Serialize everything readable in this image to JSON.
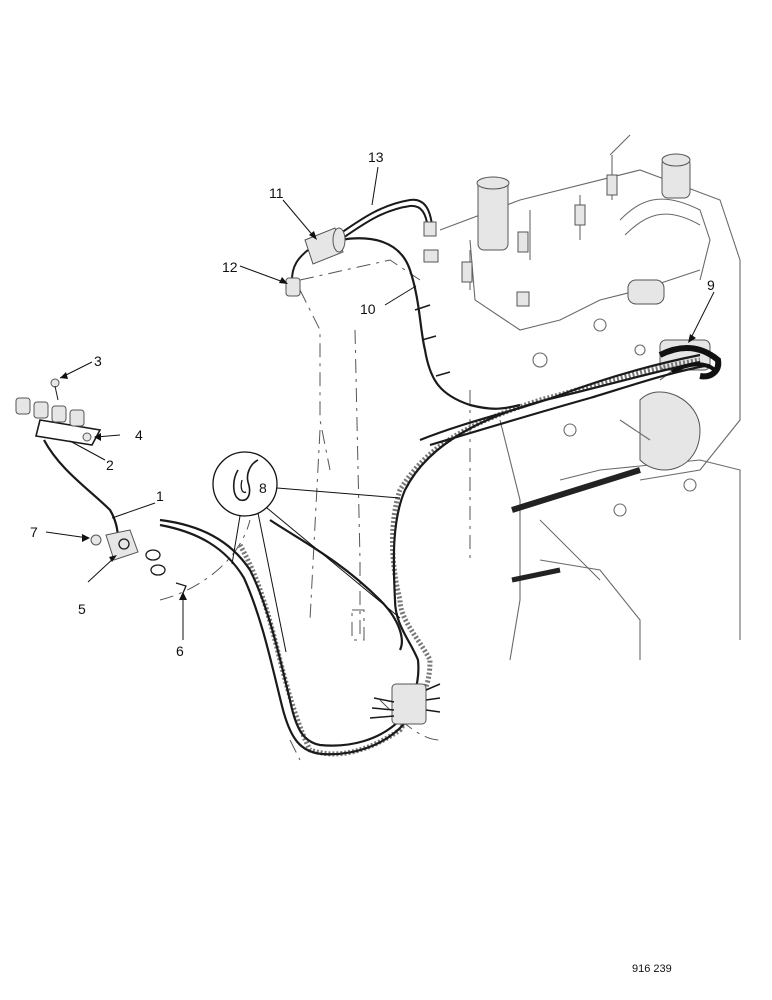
{
  "diagram": {
    "callouts": [
      {
        "id": "1",
        "label": "1"
      },
      {
        "id": "2",
        "label": "2"
      },
      {
        "id": "3",
        "label": "3"
      },
      {
        "id": "4",
        "label": "4"
      },
      {
        "id": "5",
        "label": "5"
      },
      {
        "id": "6",
        "label": "6"
      },
      {
        "id": "7",
        "label": "7"
      },
      {
        "id": "8",
        "label": "8"
      },
      {
        "id": "9",
        "label": "9"
      },
      {
        "id": "10",
        "label": "10"
      },
      {
        "id": "11",
        "label": "11"
      },
      {
        "id": "12",
        "label": "12"
      },
      {
        "id": "13",
        "label": "13"
      }
    ],
    "figure_number": "916 239"
  },
  "colors": {
    "ink": "#1a1a1a",
    "background": "#ffffff",
    "engine_shading": "#e6e6e6"
  }
}
